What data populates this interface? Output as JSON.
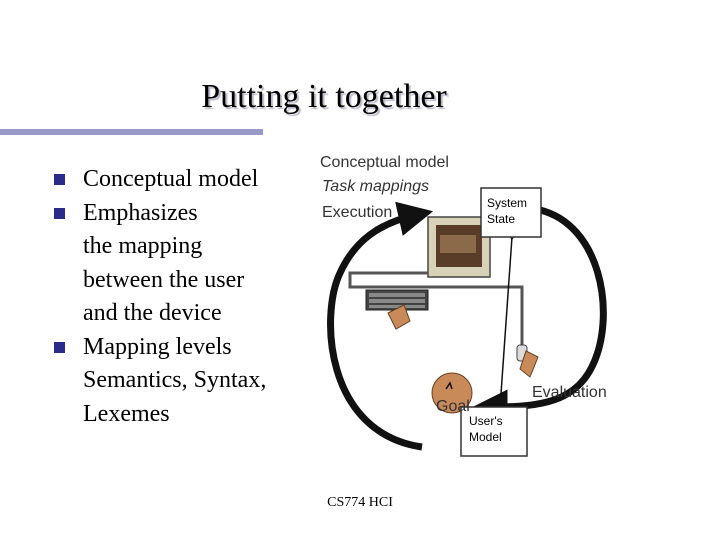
{
  "slide": {
    "title": "Putting it together",
    "bullets": [
      {
        "lines": [
          "Conceptual model"
        ]
      },
      {
        "lines": [
          "Emphasizes",
          "the mapping",
          "between the user",
          "and the device"
        ]
      },
      {
        "lines": [
          "Mapping levels",
          "Semantics, Syntax,",
          "Lexemes"
        ]
      }
    ],
    "footer": "CS774 HCI"
  },
  "diagram": {
    "conceptual_model": "Conceptual model",
    "task_mappings": "Task mappings",
    "execution": "Execution",
    "system_state": [
      "System",
      "State"
    ],
    "evaluation": "Evaluation",
    "goal": "Goal",
    "users_model": [
      "User's",
      "Model"
    ]
  },
  "colors": {
    "accent_rule": "#9a9ac8",
    "bullet": "#2b2b8c",
    "loop": "#111111"
  }
}
